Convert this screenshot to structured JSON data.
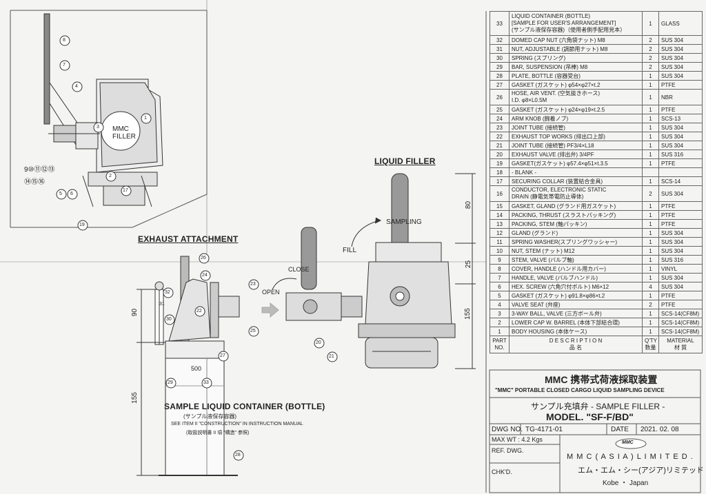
{
  "drawing": {
    "liquid_filler_caption": "LIQUID FILLER",
    "exhaust_caption": "EXHAUST ATTACHMENT",
    "container_caption": "SAMPLE LIQUID CONTAINER (BOTTLE)",
    "container_caption_jp": "(サンプル液保存容器)",
    "container_note": "SEE ITEM II \"CONSTRUCTION\" IN INSTRUCTION MANUAL",
    "container_note_jp": "(取扱説明書 II 項 \"構造\" 参照)",
    "mmc_filler_1": "MMC",
    "mmc_filler_2": "FILLER",
    "sampling": "SAMPLING",
    "fill": "FILL",
    "close": "CLOSE",
    "open": "OPEN",
    "dim_80": "80",
    "dim_155_right": "155",
    "dim_25": "25",
    "dim_90": "90",
    "dim_155_left": "155",
    "dim_500": "500",
    "balloons": {
      "b8": "8",
      "b7": "7",
      "b4": "4",
      "b1": "1",
      "b3": "3",
      "b2": "2",
      "b5": "5",
      "b6": "6",
      "b17": "17",
      "b19": "19",
      "group_a": "9⑩⑪⑫⑬",
      "group_b": "⑭⑮⑯",
      "b26": "26",
      "b32": "32",
      "b31": "31",
      "b24": "24",
      "b22": "22",
      "b23": "23",
      "b25": "25",
      "b27": "27",
      "b29": "29",
      "b30": "30",
      "b33": "33",
      "b28": "28",
      "b20": "20",
      "b21": "21"
    }
  },
  "parts_table": {
    "rows": [
      {
        "no": "33",
        "desc": "LIQUID CONTAINER (BOTTLE)\n[SAMPLE FOR USER'S ARRANGEMENT]\n(サンプル液保存容器)（使用者側手配用見本）",
        "qty": "1",
        "mat": "GLASS",
        "h": "triple"
      },
      {
        "no": "32",
        "desc": "DOMED CAP NUT (六角袋ナット)     M8",
        "qty": "2",
        "mat": "SUS 304"
      },
      {
        "no": "31",
        "desc": "NUT, ADJUSTABLE (調節用ナット)   M8",
        "qty": "2",
        "mat": "SUS 304"
      },
      {
        "no": "30",
        "desc": "SPRING (スプリング)",
        "qty": "2",
        "mat": "SUS 304"
      },
      {
        "no": "29",
        "desc": "BAR, SUSPENSION (吊棒)                M8",
        "qty": "2",
        "mat": "SUS 304"
      },
      {
        "no": "28",
        "desc": "PLATE, BOTTLE (容器受台)",
        "qty": "1",
        "mat": "SUS 304"
      },
      {
        "no": "27",
        "desc": "GASKET (ガスケット)   φ54×φ27×t.2",
        "qty": "1",
        "mat": "PTFE"
      },
      {
        "no": "26",
        "desc": "HOSE, AIR VENT. (空気抜きホース)\n                              I.D. φ8×L0.5M",
        "qty": "1",
        "mat": "NBR",
        "h": "tall"
      },
      {
        "no": "25",
        "desc": "GASKET (ガスケット) φ24×φ19×t.2.5",
        "qty": "1",
        "mat": "PTFE"
      },
      {
        "no": "24",
        "desc": "ARM KNOB (腕着ノブ)",
        "qty": "1",
        "mat": "SCS-13"
      },
      {
        "no": "23",
        "desc": "JOINT TUBE (接続管)",
        "qty": "1",
        "mat": "SUS 304"
      },
      {
        "no": "22",
        "desc": "EXHAUST TOP WORKS (排出口上部)",
        "qty": "1",
        "mat": "SUS 304"
      },
      {
        "no": "21",
        "desc": "JOINT TUBE (接続管)     PF3/4×L18",
        "qty": "1",
        "mat": "SUS 304"
      },
      {
        "no": "20",
        "desc": "EXHAUST VALVE (排出弁)       3/4PF",
        "qty": "1",
        "mat": "SUS 316"
      },
      {
        "no": "19",
        "desc": "GASKET(ガスケット) φ57.4×φ51×t.3.5",
        "qty": "1",
        "mat": "PTFE"
      },
      {
        "no": "18",
        "desc": "- BLANK -",
        "qty": "",
        "mat": ""
      },
      {
        "no": "17",
        "desc": "SECURING COLLAR (装置結合金具)",
        "qty": "1",
        "mat": "SCS-14"
      },
      {
        "no": "16",
        "desc": "CONDUCTOR,   ELECTRONIC   STATIC\nDRAIN (静電気帯電防止導体)",
        "qty": "2",
        "mat": "SUS 304",
        "h": "tall"
      },
      {
        "no": "15",
        "desc": "GASKET, GLAND (グランド用ガスケット)",
        "qty": "1",
        "mat": "PTFE"
      },
      {
        "no": "14",
        "desc": "PACKING, THRUST (スラストパッキング)",
        "qty": "1",
        "mat": "PTFE"
      },
      {
        "no": "13",
        "desc": "PACKING, STEM (軸パッキン)",
        "qty": "1",
        "mat": "PTFE"
      },
      {
        "no": "12",
        "desc": "GLAND (グランド)",
        "qty": "1",
        "mat": "SUS 304"
      },
      {
        "no": "11",
        "desc": "SPRING WASHER(スプリングワッシャー)",
        "qty": "1",
        "mat": "SUS 304"
      },
      {
        "no": "10",
        "desc": "NUT, STEM (ナット)                   M12",
        "qty": "1",
        "mat": "SUS 304"
      },
      {
        "no": "9",
        "desc": "STEM, VALVE (バルブ軸)",
        "qty": "1",
        "mat": "SUS 316"
      },
      {
        "no": "8",
        "desc": "COVER, HANDLE (ハンドル用カバー)",
        "qty": "1",
        "mat": "VINYL"
      },
      {
        "no": "7",
        "desc": "HANDLE, VALVE (バルブハンドル)",
        "qty": "1",
        "mat": "SUS 304"
      },
      {
        "no": "6",
        "desc": "HEX. SCREW (六角穴付ボルト) M6×12",
        "qty": "4",
        "mat": "SUS 304"
      },
      {
        "no": "5",
        "desc": "GASKET (ガスケット) φ91.8×φ86×t.2",
        "qty": "1",
        "mat": "PTFE"
      },
      {
        "no": "4",
        "desc": "VALVE SEAT (弁座)",
        "qty": "2",
        "mat": "PTFE"
      },
      {
        "no": "3",
        "desc": "3-WAY BALL, VALVE (三方ボール弁)",
        "qty": "1",
        "mat": "SCS-14(CF8M)"
      },
      {
        "no": "2",
        "desc": "LOWER CAP W. BARREL (本体下部結合環)",
        "qty": "1",
        "mat": "SCS-14(CF8M)"
      },
      {
        "no": "1",
        "desc": "BODY HOUSING (本体ケース)",
        "qty": "1",
        "mat": "SCS-14(CF8M)"
      }
    ],
    "header": {
      "no": "PART\nNO.",
      "desc": "D E S C R I P T I O N\n品            名",
      "qty": "Q'TY\n数量",
      "mat": "MATERIAL\n材    質"
    }
  },
  "title_block": {
    "title_jp": "MMC  携帯式荷液採取装置",
    "title_en": "\"MMC\" PORTABLE CLOSED CARGO LIQUID SAMPLING DEVICE",
    "subtitle": "サンプル充填弁 - SAMPLE FILLER -",
    "model": "MODEL. \"SF-F/BD\"",
    "dwg_no_label": "DWG NO.",
    "dwg_no": "TG-4171-01",
    "date_label": "DATE",
    "date": "2021. 02. 08",
    "max_wt": "MAX WT : 4.2 Kgs",
    "ref_dwg": "REF. DWG.",
    "chkd": "CHK'D.",
    "logo": "MMC",
    "company": "M M C  ( A S I A )  L I M I T E D .",
    "company_jp": "エム・エム・シー(アジア)リミテッド",
    "location": "Kobe  ・  Japan"
  }
}
